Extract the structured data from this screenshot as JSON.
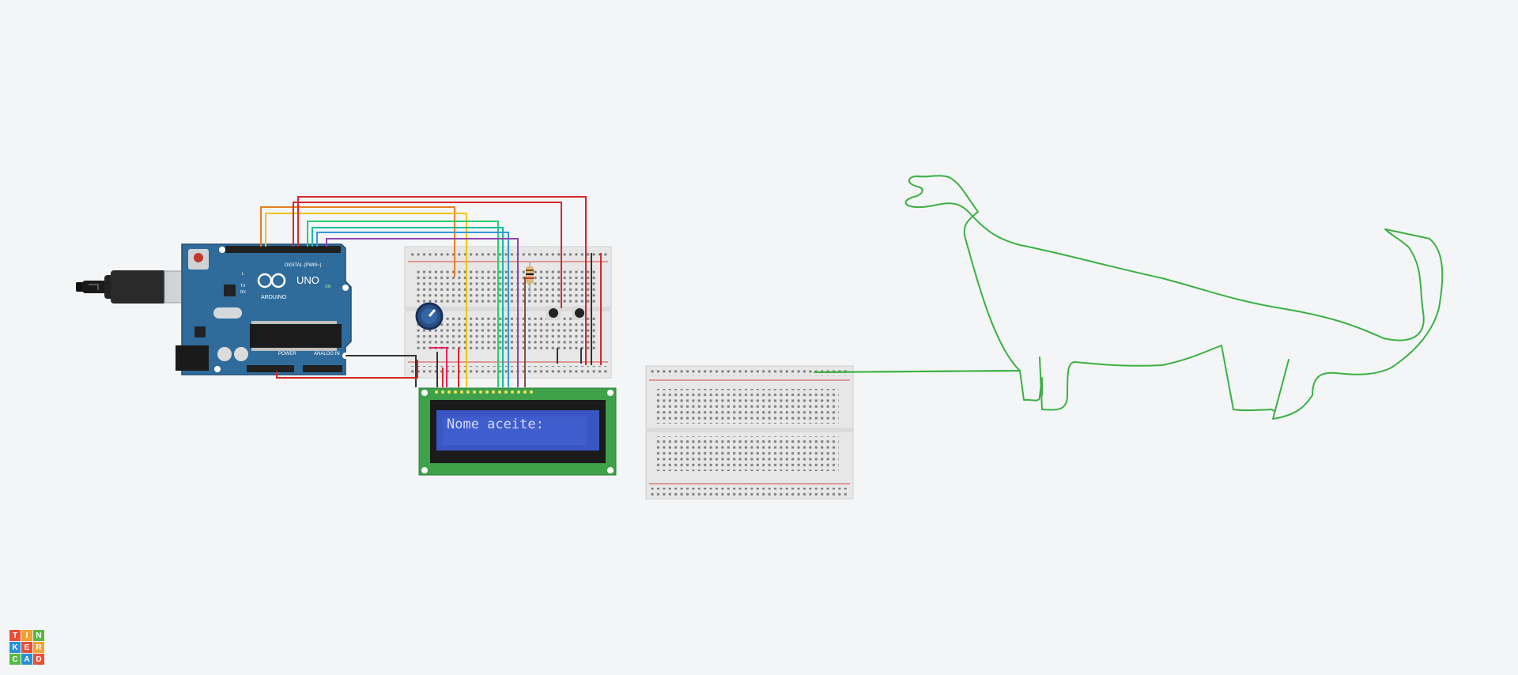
{
  "arduino": {
    "brand": "ARDUINO",
    "model": "UNO",
    "digital_label": "DIGITAL (PWM~)",
    "power_label": "POWER",
    "analog_label": "ANALOG IN",
    "tx_label": "TX",
    "rx_label": "RX",
    "l_label": "L",
    "on_label": "ON"
  },
  "lcd": {
    "line1": "Nome aceite:",
    "line2": ""
  },
  "logo": {
    "letters": [
      "T",
      "I",
      "N",
      "K",
      "E",
      "R",
      "C",
      "A",
      "D"
    ],
    "colors": [
      "#e94f37",
      "#f0a22e",
      "#58b947",
      "#2a8fd6",
      "#e94f37",
      "#f0a22e",
      "#58b947",
      "#2a8fd6",
      "#e94f37"
    ]
  },
  "colors": {
    "background": "#f3f5f7",
    "arduino_board": "#2f6c9b",
    "lcd_pcb": "#3fa24a",
    "lcd_screen": "#3a56c4",
    "lcd_text": "#d4dcff",
    "dino_stroke": "#3cb043"
  }
}
